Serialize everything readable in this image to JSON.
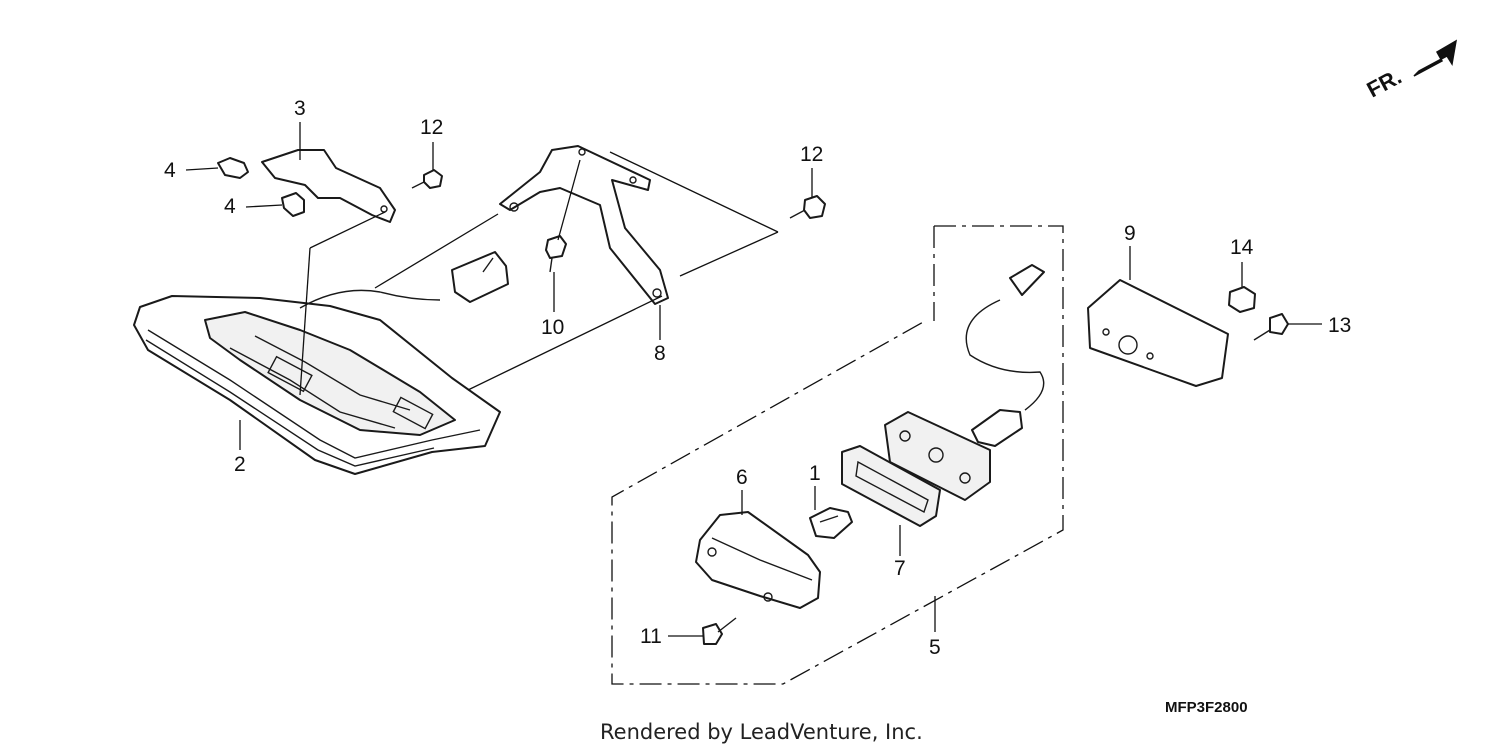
{
  "diagram": {
    "callouts": {
      "c1": "1",
      "c2": "2",
      "c3": "3",
      "c4a": "4",
      "c4b": "4",
      "c5": "5",
      "c6": "6",
      "c7": "7",
      "c8": "8",
      "c9": "9",
      "c10": "10",
      "c11": "11",
      "c12a": "12",
      "c12b": "12",
      "c13": "13",
      "c14": "14"
    },
    "direction_label": "FR.",
    "part_code": "MFP3F2800",
    "credit": "Rendered by LeadVenture, Inc."
  }
}
